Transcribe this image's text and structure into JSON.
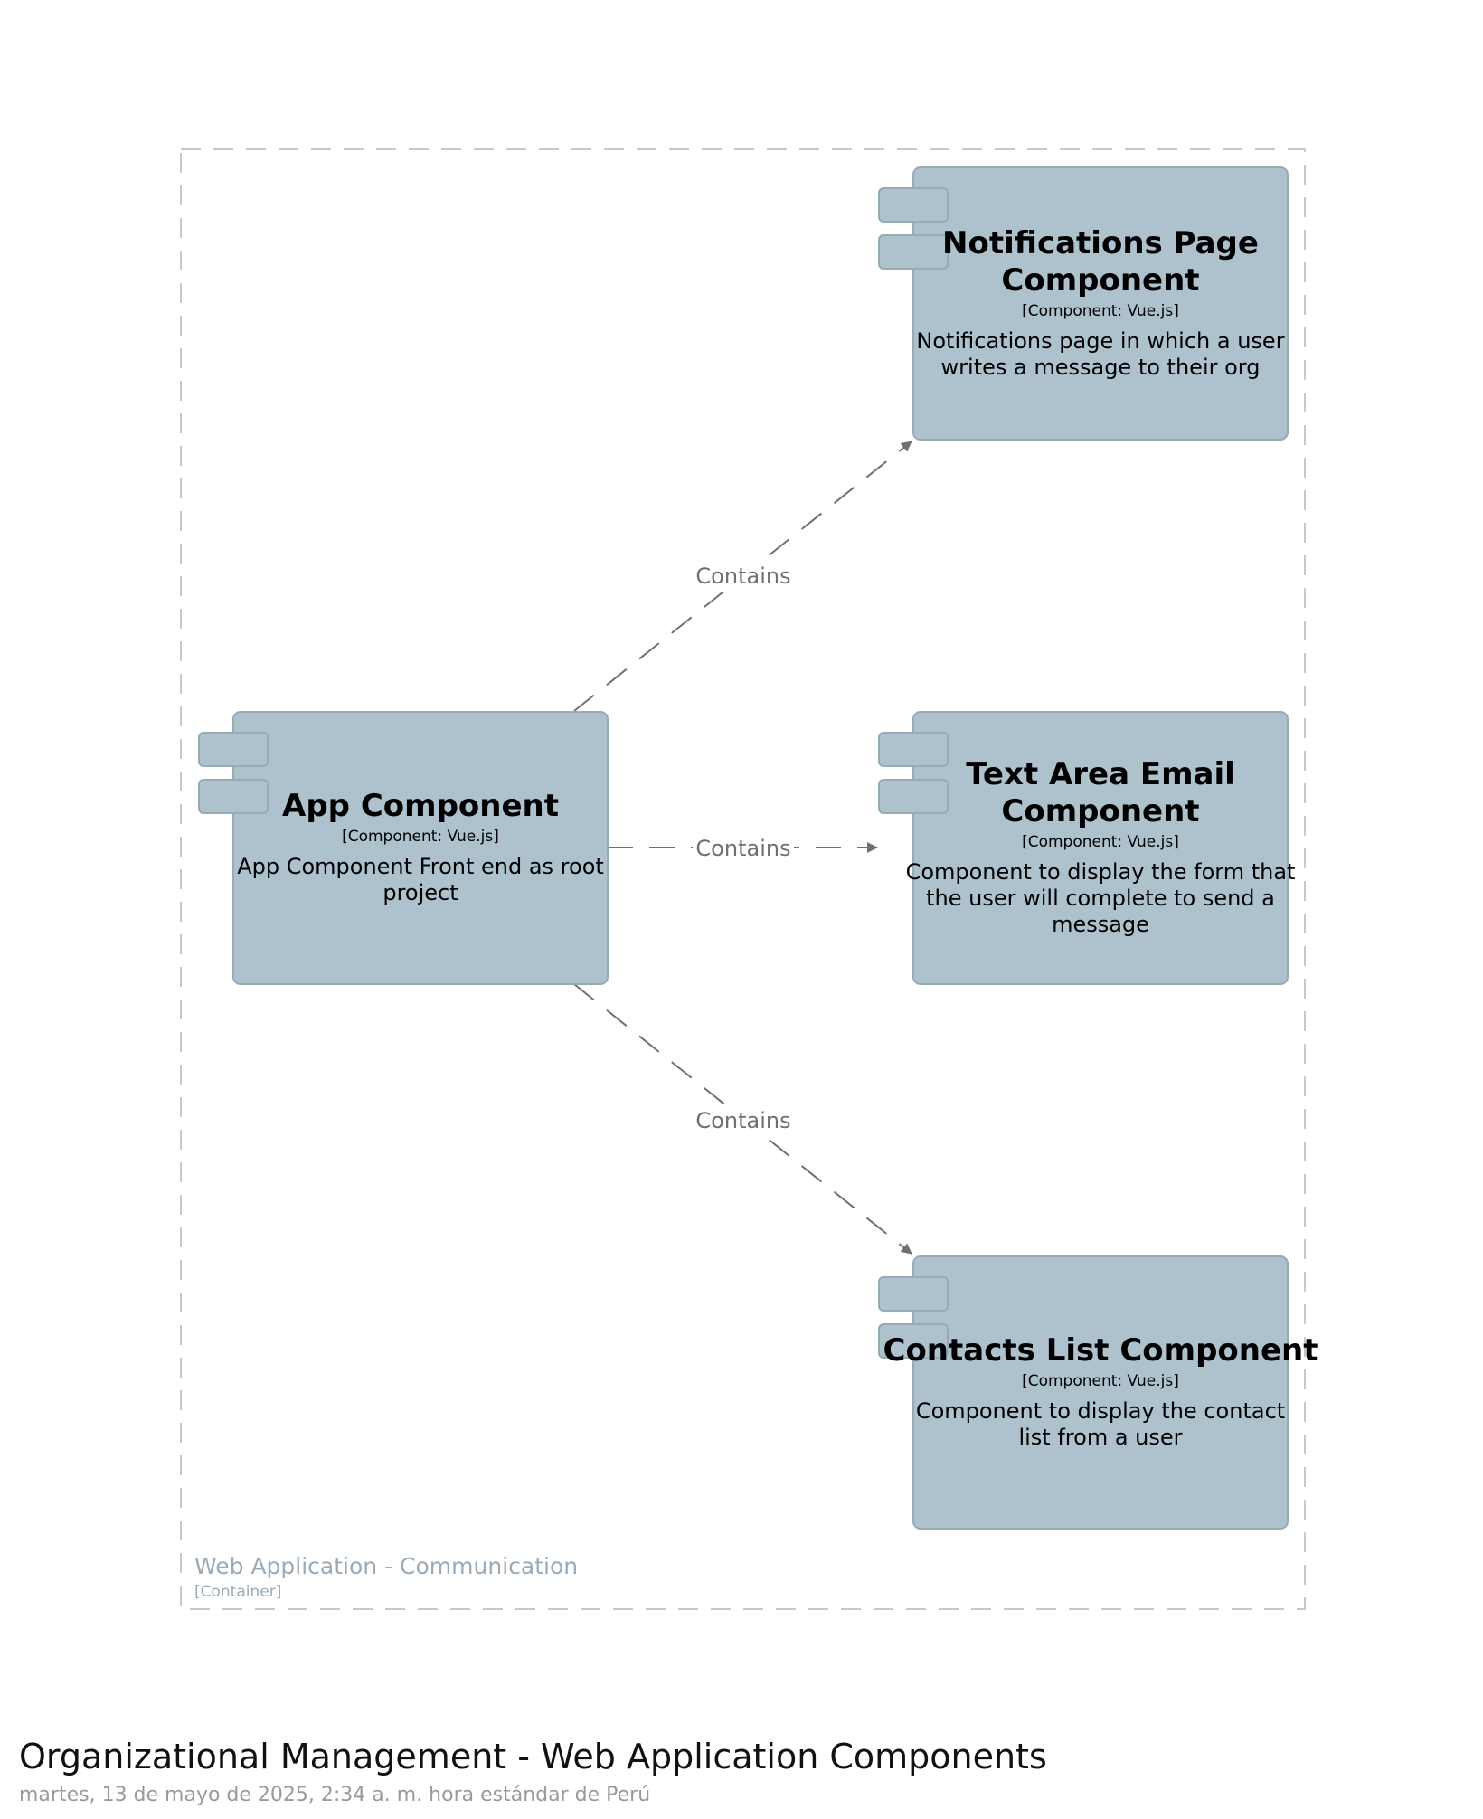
{
  "boundary": {
    "name": "Web Application - Communication",
    "type": "[Container]"
  },
  "components": [
    {
      "id": "app",
      "title_lines": [
        "App Component"
      ],
      "tech": "[Component: Vue.js]",
      "desc_lines": [
        "App Component Front end as root",
        "project"
      ]
    },
    {
      "id": "notifications",
      "title_lines": [
        "Notifications Page",
        "Component"
      ],
      "tech": "[Component: Vue.js]",
      "desc_lines": [
        "Notifications page in which a user",
        "writes a message to their org"
      ]
    },
    {
      "id": "textarea",
      "title_lines": [
        "Text Area Email",
        "Component"
      ],
      "tech": "[Component: Vue.js]",
      "desc_lines": [
        "Component to display the form that",
        "the user will complete to send a",
        "message"
      ]
    },
    {
      "id": "contacts",
      "title_lines": [
        "Contacts List Component"
      ],
      "tech": "[Component: Vue.js]",
      "desc_lines": [
        "Component to display the contact",
        "list from a user"
      ]
    }
  ],
  "relations": [
    {
      "from": "app",
      "to": "notifications",
      "label": "Contains"
    },
    {
      "from": "app",
      "to": "textarea",
      "label": "Contains"
    },
    {
      "from": "app",
      "to": "contacts",
      "label": "Contains"
    }
  ],
  "footer": {
    "title": "Organizational Management - Web Application Components",
    "date": "martes, 13 de mayo de 2025, 2:34 a. m. hora estándar de Perú"
  },
  "colors": {
    "component_fill": "#adc2cd",
    "component_stroke": "#98aab4",
    "relation": "#707070",
    "boundary": "#c8c8c8"
  }
}
